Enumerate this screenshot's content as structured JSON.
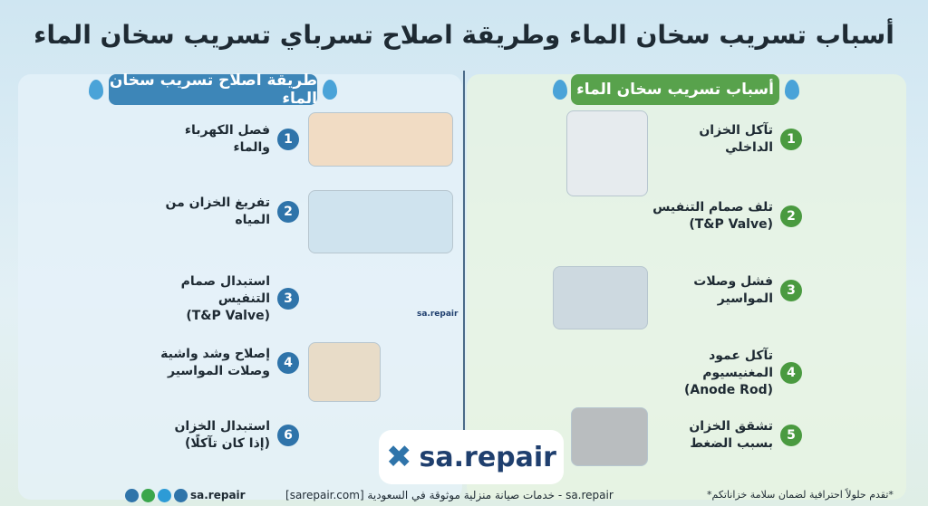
{
  "title": "أسباب تسريب سخان الماء وطريقة اصلاح تسرباي تسريب سخان الماء",
  "repair": {
    "header": "طريقة اصلاح تسريب سخان الماء",
    "steps": [
      {
        "num": "1",
        "text": "فصل الكهرباء\nوالماء"
      },
      {
        "num": "2",
        "text": "تفريغ الخزان من\nالمياه"
      },
      {
        "num": "3",
        "text": "استبدال صمام التنفيس\n(T&P Valve)"
      },
      {
        "num": "4",
        "text": "إصلاح وشد واشية\nوصلات المواسير"
      },
      {
        "num": "6",
        "text": "استبدال الخزان\n(إذا كان تآكلًا)"
      }
    ]
  },
  "causes": {
    "header": "أسباب تسريب سخان الماء",
    "items": [
      {
        "num": "1",
        "text": "تآكل الخزان\nالداخلي"
      },
      {
        "num": "2",
        "text": "تلف صمام التنفيس\n(T&P Valve)"
      },
      {
        "num": "3",
        "text": "فشل وصلات\nالمواسير"
      },
      {
        "num": "4",
        "text": "تآكل عمود المغنيسيوم\n(Anode Rod)"
      },
      {
        "num": "5",
        "text": "تشقق الخزان\nبسبب الضغط"
      }
    ]
  },
  "logo": "sa.repair",
  "worker_shirt": "sa.repair",
  "footer": {
    "social": "sa.repair",
    "center": "sa.repair - خدمات صيانة منزلية موثوقة في السعودية [sarepair.com]",
    "right": "*تقدم حلولاً احترافية لضمان سلامة خزاناتكم*"
  },
  "colors": {
    "blue": "#3d86b8",
    "green": "#58a24c"
  }
}
